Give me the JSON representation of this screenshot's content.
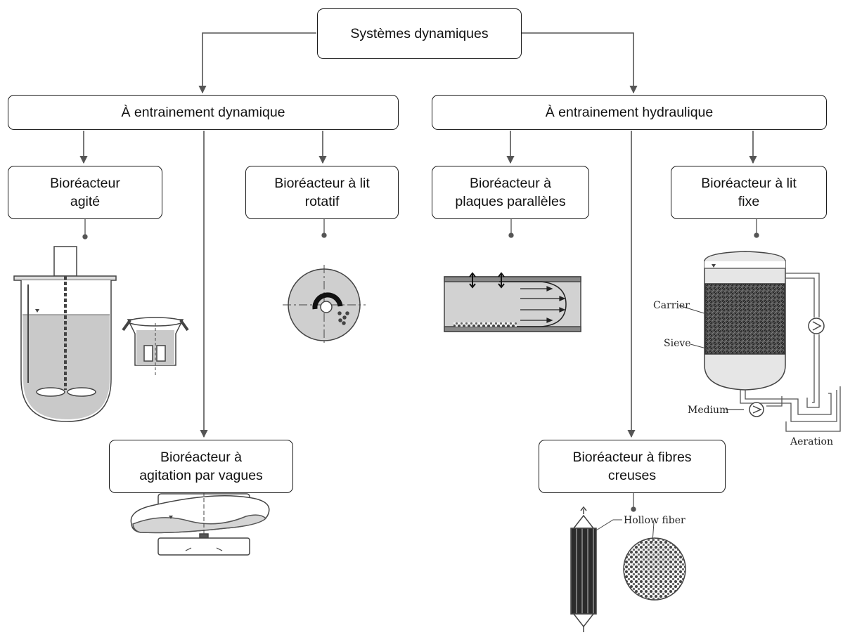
{
  "root": {
    "label": "Systèmes dynamiques"
  },
  "categories": [
    {
      "label": "À entrainement dynamique"
    },
    {
      "label": "À entrainement hydraulique"
    }
  ],
  "nodes": {
    "stirred": {
      "label": "Bioréacteur\nagité"
    },
    "rotating_bed": {
      "label": "Bioréacteur à lit\nrotatif"
    },
    "wave": {
      "label": "Bioréacteur à\nagitation par vagues"
    },
    "parallel": {
      "label": "Bioréacteur à\nplaques parallèles"
    },
    "fixed_bed": {
      "label": "Bioréacteur à lit\nfixe"
    },
    "hollow": {
      "label": "Bioréacteur à fibres\ncreuses"
    }
  },
  "illustration_labels": {
    "carrier": "Carrier",
    "sieve": "Sieve",
    "medium": "Medium",
    "aeration": "Aeration",
    "hollow_fiber": "Hollow fiber"
  }
}
